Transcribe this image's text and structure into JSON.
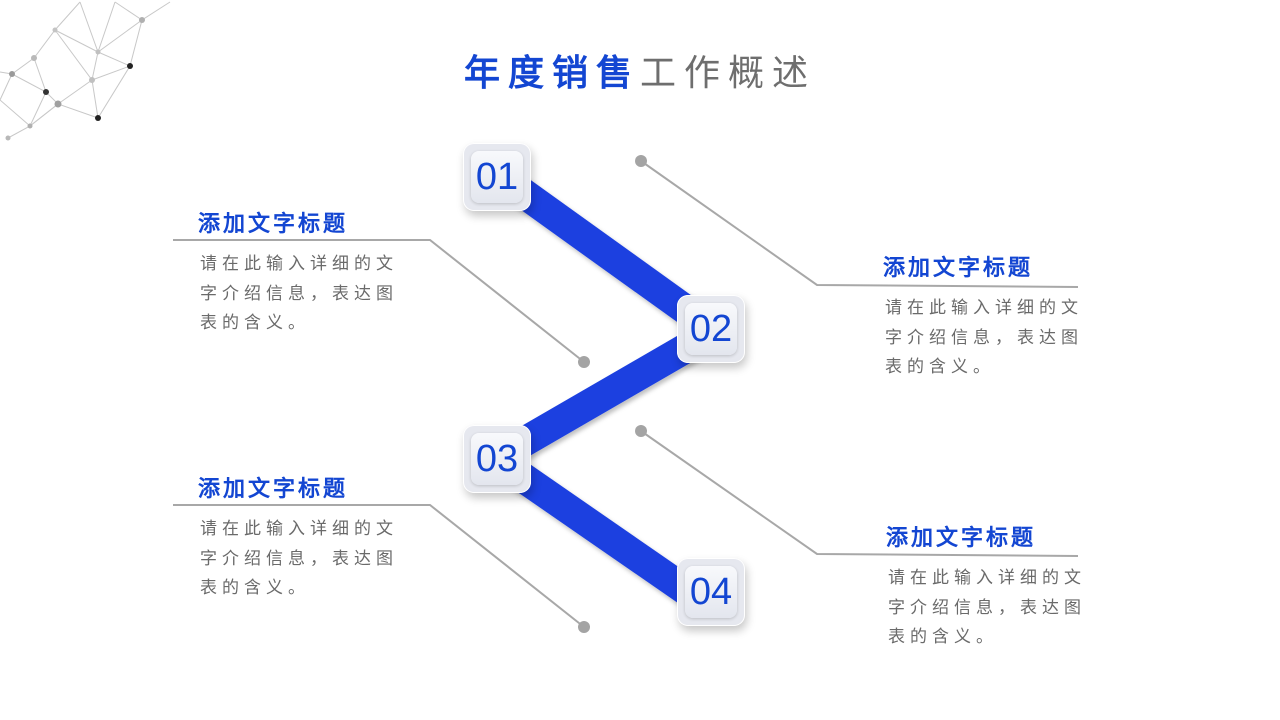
{
  "title": {
    "part_blue": "年度销售",
    "part_gray": "工作概述"
  },
  "steps": [
    {
      "number": "01",
      "heading": "添加文字标题",
      "body": "请在此输入详细的文字介绍信息，表达图表的含义。"
    },
    {
      "number": "02",
      "heading": "添加文字标题",
      "body": "请在此输入详细的文字介绍信息，表达图表的含义。"
    },
    {
      "number": "03",
      "heading": "添加文字标题",
      "body": "请在此输入详细的文字介绍信息，表达图表的含义。"
    },
    {
      "number": "04",
      "heading": "添加文字标题",
      "body": "请在此输入详细的文字介绍信息，表达图表的含义。"
    }
  ],
  "colors": {
    "accent": "#1346d2",
    "connector": "#1a3fe0",
    "text": "#6a6a6a",
    "line": "#a8a8a8"
  }
}
